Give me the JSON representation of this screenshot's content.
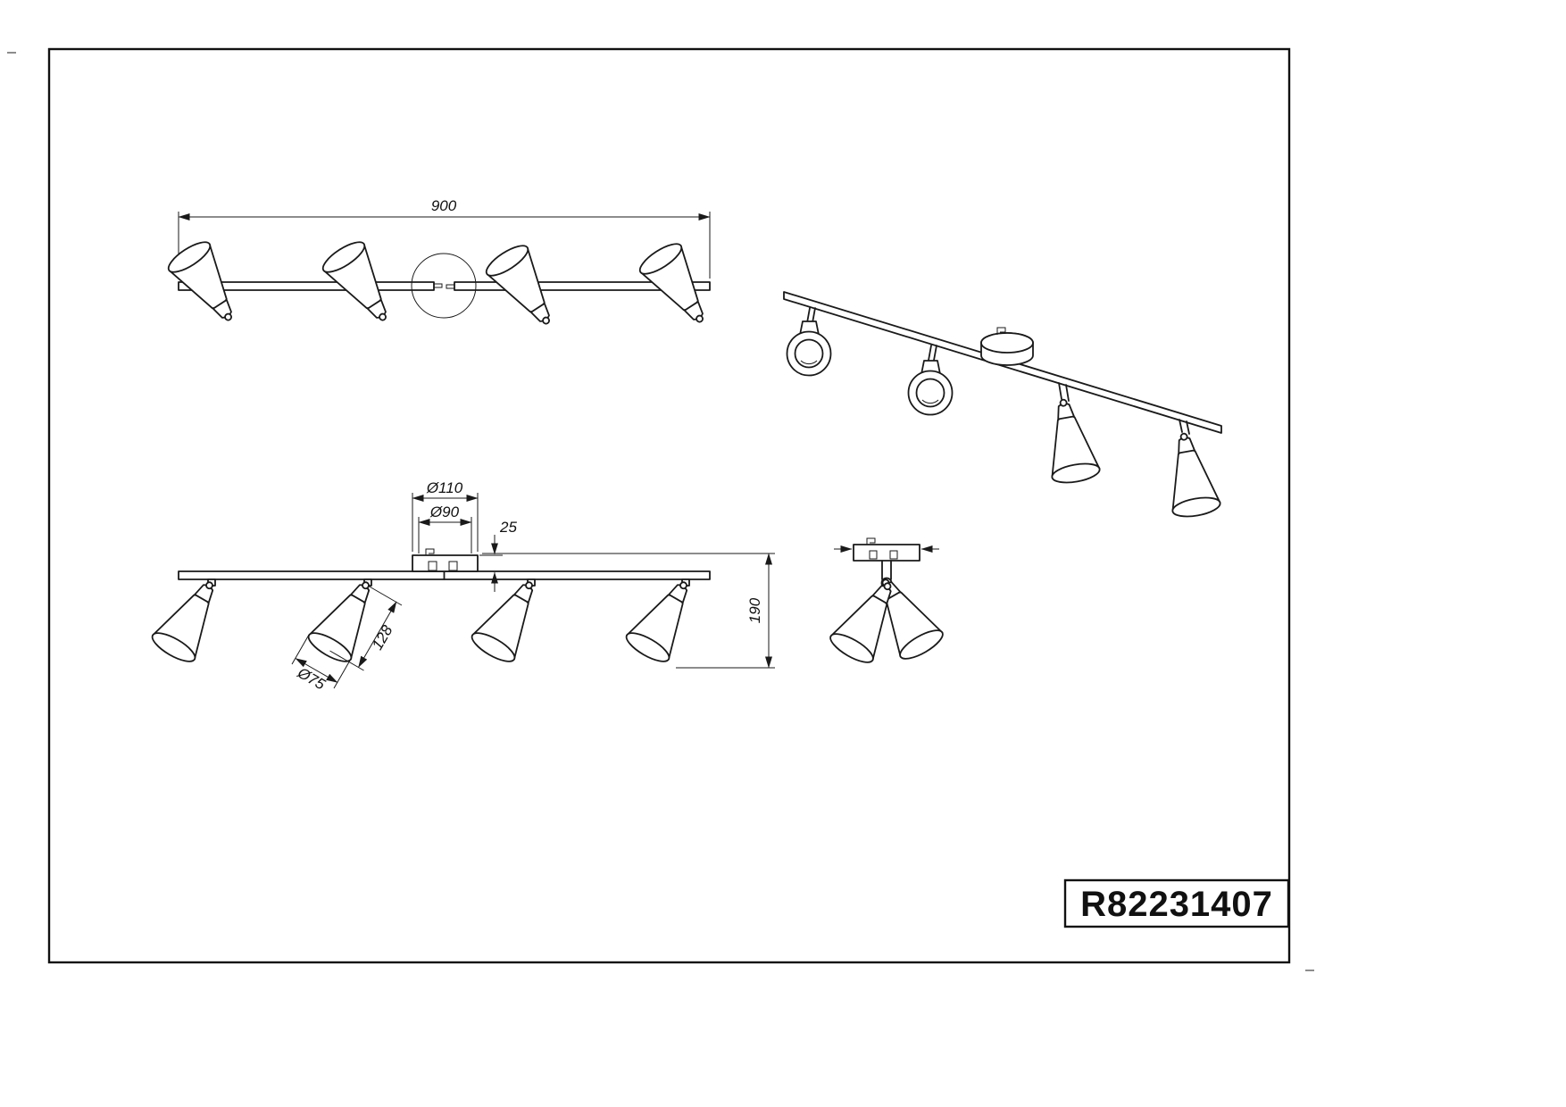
{
  "page": {
    "background": "#ffffff",
    "line_color": "#1a1a1a"
  },
  "title_block": {
    "part_number": "R82231407"
  },
  "dimensions": {
    "overall_length": "900",
    "canopy_outer_diameter": "Ø110",
    "canopy_inner_diameter": "Ø90",
    "canopy_height": "25",
    "shade_length": "128",
    "shade_diameter": "Ø75",
    "fixture_height": "190"
  }
}
